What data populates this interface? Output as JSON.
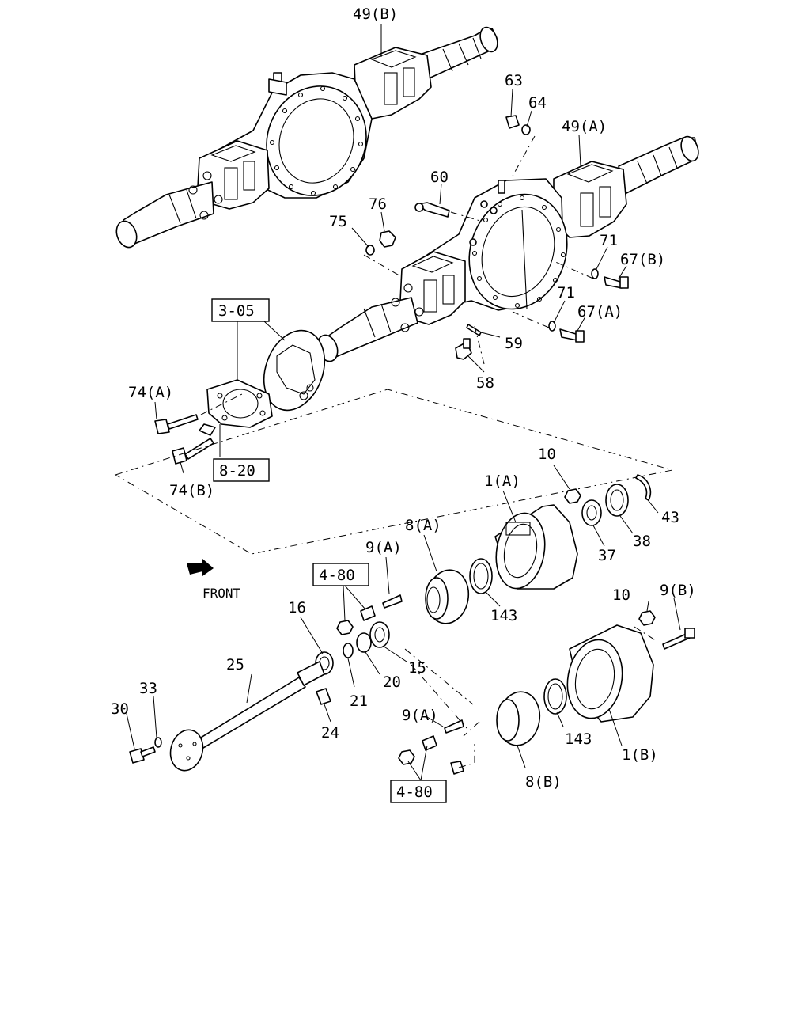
{
  "labels": {
    "p49b": "49(B)",
    "p63": "63",
    "p64": "64",
    "p49a": "49(A)",
    "p60": "60",
    "p76": "76",
    "p75": "75",
    "p71a": "71",
    "p67b": "67(B)",
    "p71b": "71",
    "p67a": "67(A)",
    "p59": "59",
    "p58": "58",
    "p74a": "74(A)",
    "p74b": "74(B)",
    "p10a": "10",
    "p1a": "1(A)",
    "p43": "43",
    "p38": "38",
    "p37": "37",
    "p8a": "8(A)",
    "p9a1": "9(A)",
    "p143a": "143",
    "p16": "16",
    "p15": "15",
    "p20": "20",
    "p21": "21",
    "p25": "25",
    "p24": "24",
    "p33": "33",
    "p30": "30",
    "p10b": "10",
    "p9b": "9(B)",
    "p9a2": "9(A)",
    "p143b": "143",
    "p1b": "1(B)",
    "p8b": "8(B)"
  },
  "refs": {
    "r305": "3-05",
    "r820": "8-20",
    "r480a": "4-80",
    "r480b": "4-80"
  },
  "direction_label": "FRONT"
}
